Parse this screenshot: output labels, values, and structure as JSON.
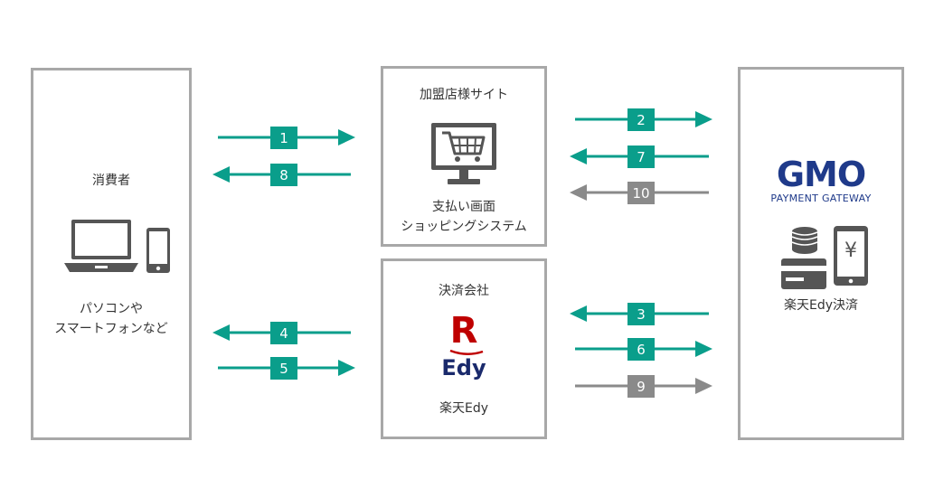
{
  "colors": {
    "teal": "#0a9e8b",
    "gray": "#8a8a8a",
    "border": "#a8a8a8",
    "gmo_blue": "#1f3a8a",
    "rakuten_red": "#bf0000",
    "edy_navy": "#1a2a6c"
  },
  "consumer": {
    "title": "消費者",
    "desc_line1": "パソコンや",
    "desc_line2": "スマートフォンなど",
    "icons": [
      "laptop-icon",
      "smartphone-icon"
    ]
  },
  "merchant": {
    "title": "加盟店様サイト",
    "desc_line1": "支払い画面",
    "desc_line2": "ショッピングシステム",
    "icon": "shopping-cart-monitor-icon"
  },
  "settlement": {
    "title": "決済会社",
    "logo_letter": "R",
    "logo_text": "Edy",
    "name": "楽天Edy"
  },
  "gmo": {
    "logo_text": "GMO",
    "logo_sub": "PAYMENT GATEWAY",
    "icons": [
      "coins-icon",
      "card-icon",
      "yen-phone-icon"
    ],
    "yen_symbol": "¥",
    "label": "楽天Edy決済"
  },
  "steps": [
    {
      "label": "1",
      "from": "consumer",
      "to": "merchant",
      "color": "teal"
    },
    {
      "label": "8",
      "from": "merchant",
      "to": "consumer",
      "color": "teal"
    },
    {
      "label": "4",
      "from": "settlement",
      "to": "consumer",
      "color": "teal"
    },
    {
      "label": "5",
      "from": "consumer",
      "to": "settlement",
      "color": "teal"
    },
    {
      "label": "2",
      "from": "merchant",
      "to": "gmo",
      "color": "teal"
    },
    {
      "label": "7",
      "from": "gmo",
      "to": "merchant",
      "color": "teal"
    },
    {
      "label": "10",
      "from": "gmo",
      "to": "merchant",
      "color": "gray"
    },
    {
      "label": "3",
      "from": "gmo",
      "to": "settlement",
      "color": "teal"
    },
    {
      "label": "6",
      "from": "settlement",
      "to": "gmo",
      "color": "teal"
    },
    {
      "label": "9",
      "from": "settlement",
      "to": "gmo",
      "color": "gray"
    }
  ]
}
